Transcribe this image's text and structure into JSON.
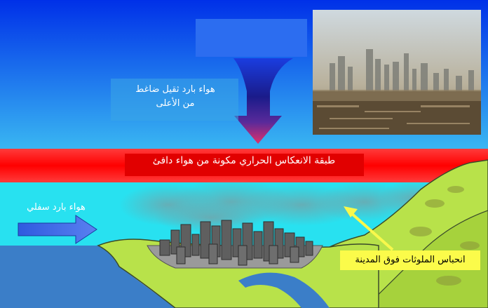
{
  "labels": {
    "cold_air_above_line1": "هواء بارد ثقيل ضاغط",
    "cold_air_above_line2": "من الأعلى",
    "inversion_layer": "طبقة الانعكاس الحراري مكونة من هواء دافئ",
    "cold_air_below": "هواء بارد سفلي",
    "pollutant_trap": "انحباس الملوثات فوق المدينة"
  },
  "colors": {
    "sky_top": "#0030e8",
    "sky_bottom": "#3ab8f2",
    "inversion_band": "#ff0000",
    "lower_air": "#28e1f0",
    "sea": "#3b7ec8",
    "hills": "#b8e24a",
    "arrow_blue": "#2a52d6",
    "trap_label_bg": "#fbfb4a",
    "trap_pointer": "#f8f84c"
  },
  "photo": {
    "description_icon": "city-smog-photo"
  }
}
